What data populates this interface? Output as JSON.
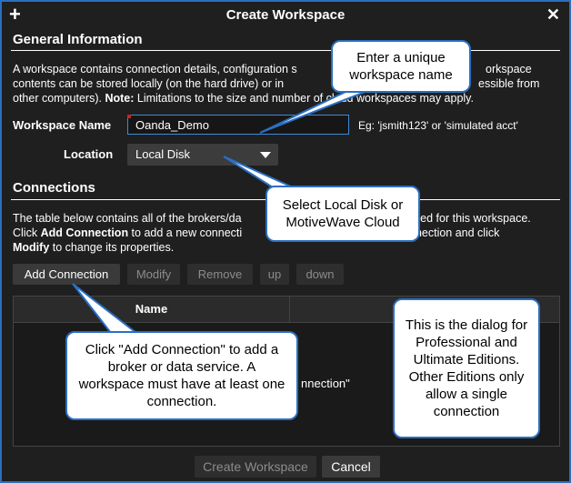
{
  "dialog": {
    "title": "Create Workspace",
    "plus_icon": "plus-icon",
    "close_icon": "close-icon"
  },
  "general": {
    "heading": "General Information",
    "para_line1": "A workspace contains connection details, configuration s",
    "para_line1_end": "orkspace",
    "para_line2": "contents can be stored locally (on the hard drive) or in",
    "para_line2_end": "essible from",
    "para_line3a": "other computers). ",
    "para_line3_note": "Note:",
    "para_line3b": " Limitations to the size and n",
    "para_line3c": "umber of cloud workspaces may apply.",
    "workspace_name_label": "Workspace Name",
    "workspace_name_value": "Oanda_Demo",
    "workspace_name_hint": "Eg: 'jsmith123' or 'simulated acct'",
    "location_label": "Location",
    "location_value": "Local Disk"
  },
  "connections": {
    "heading": "Connections",
    "para_line1a": "The table below contains all of the brokers/da",
    "para_line1b": "red for this workspace.",
    "para_line2a": "Click ",
    "para_line2_bold": "Add Connection",
    "para_line2b": " to add a new connecti",
    "para_line2c": "nnection and click",
    "para_line3_bold": "Modify",
    "para_line3b": " to change its properties.",
    "buttons": {
      "add": "Add Connection",
      "modify": "Modify",
      "remove": "Remove",
      "up": "up",
      "down": "down"
    },
    "table": {
      "col_name": "Name",
      "empty_text": "nnection\""
    }
  },
  "footer": {
    "create": "Create Workspace",
    "cancel": "Cancel"
  },
  "callouts": {
    "name_tip": "Enter a unique workspace name",
    "location_tip": "Select Local Disk or MotiveWave Cloud",
    "add_tip": "Click \"Add Connection\" to add a broker or data service. A workspace must have at least one connection.",
    "edition_tip": "This is the dialog for Professional and Ultimate Editions. Other Editions only allow a single connection"
  },
  "colors": {
    "accent": "#2a6fc2",
    "background": "#1f1f1f"
  }
}
